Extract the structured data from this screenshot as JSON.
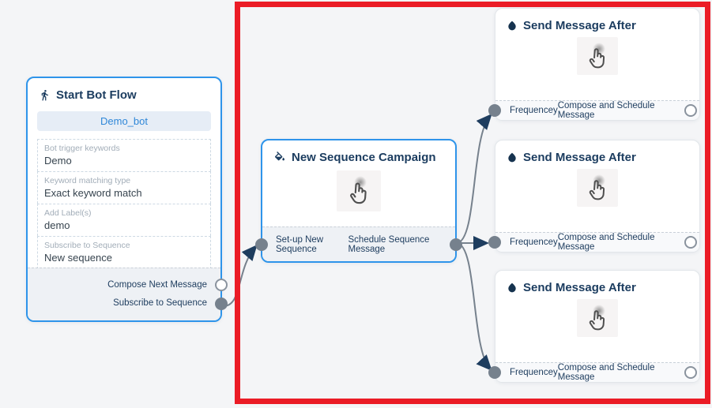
{
  "start_node": {
    "title": "Start Bot Flow",
    "bot_name": "Demo_bot",
    "fields": [
      {
        "label": "Bot trigger keywords",
        "value": "Demo"
      },
      {
        "label": "Keyword matching type",
        "value": "Exact keyword match"
      },
      {
        "label": "Add Label(s)",
        "value": "demo"
      },
      {
        "label": "Subscribe to Sequence",
        "value": "New sequence"
      }
    ],
    "outputs": [
      {
        "label": "Compose Next Message",
        "connected": false
      },
      {
        "label": "Subscribe to Sequence",
        "connected": true
      }
    ]
  },
  "sequence_node": {
    "title": "New Sequence Campaign",
    "input_label": "Set-up New Sequence",
    "output_label": "Schedule Sequence Message"
  },
  "send_nodes": [
    {
      "title": "Send Message After",
      "input_label": "Frequencey",
      "output_label": "Compose and Schedule Message"
    },
    {
      "title": "Send Message After",
      "input_label": "Frequencey",
      "output_label": "Compose and Schedule Message"
    },
    {
      "title": "Send Message After",
      "input_label": "Frequencey",
      "output_label": "Compose and Schedule Message"
    }
  ],
  "edges": [
    {
      "from": "start-node:subscribe-to-sequence",
      "to": "sequence-node:set-up-new-sequence"
    },
    {
      "from": "sequence-node:schedule-sequence-message",
      "to": "send-node-1:frequencey"
    },
    {
      "from": "sequence-node:schedule-sequence-message",
      "to": "send-node-2:frequencey"
    },
    {
      "from": "sequence-node:schedule-sequence-message",
      "to": "send-node-3:frequencey"
    }
  ],
  "icons": {
    "start": "walking-person-icon",
    "sequence": "paint-bucket-icon",
    "send": "water-drop-icon",
    "hint": "hand-cursor-icon"
  },
  "colors": {
    "node_border_blue": "#2e94ea",
    "title_navy": "#1b3c5f",
    "accent_blue": "#2f87d8",
    "edge_gray": "#76818d",
    "arrow_navy": "#1e3d5f",
    "highlight_red": "#eb1c26",
    "canvas_bg": "#f4f5f7"
  }
}
